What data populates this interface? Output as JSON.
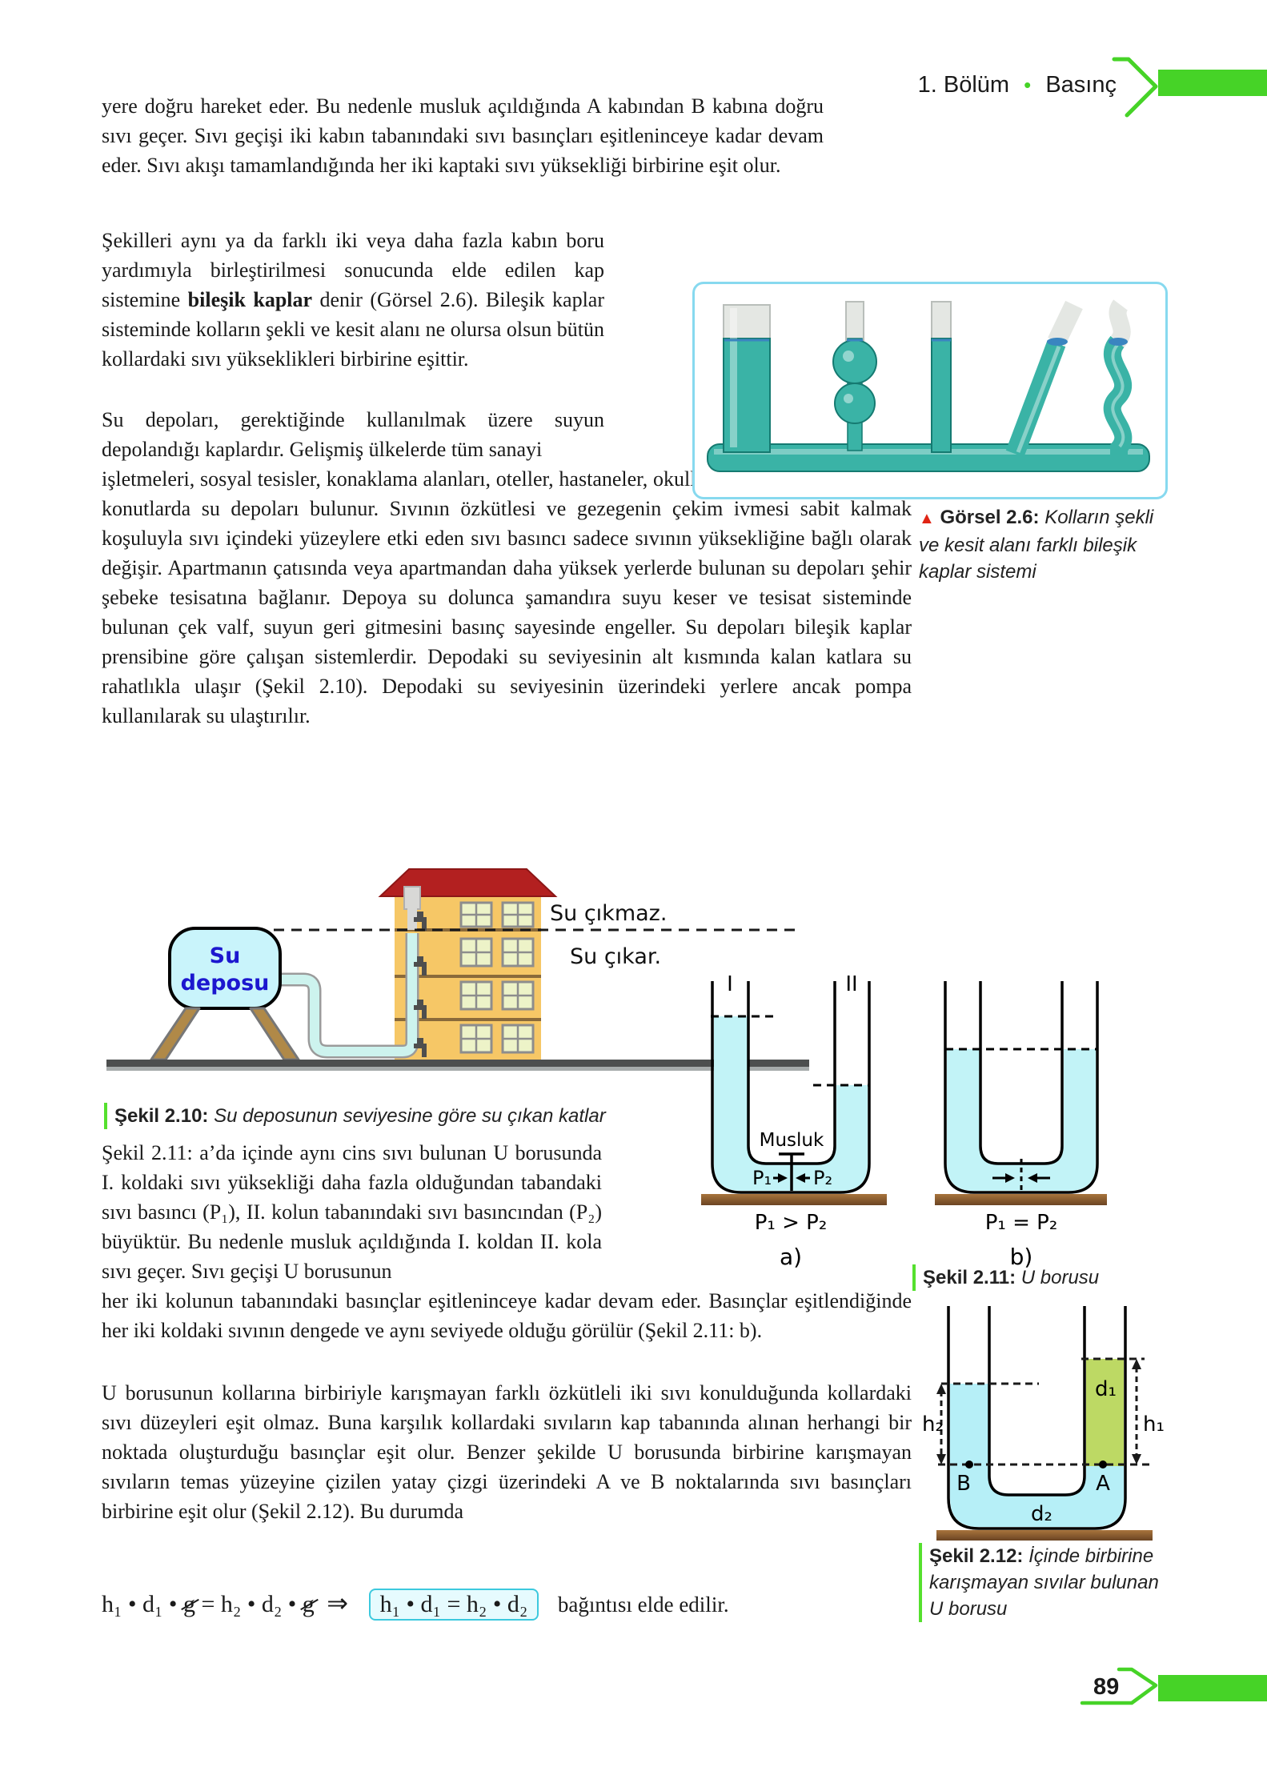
{
  "page": {
    "number": "89"
  },
  "header": {
    "chapter": "1. Bölüm",
    "bullet": "•",
    "title": "Basınç"
  },
  "colors": {
    "accent_green": "#46d327",
    "caption_bar_green": "#55e02e",
    "liquid_cyan": "#c2f3f7",
    "liquid_green": "#bdd964",
    "liquid_teal": "#3ab3a6",
    "ground_brown": "#9a6a33",
    "roof_red": "#b32020",
    "wall_orange": "#f6c766",
    "tank_blue": "#c9f4fb",
    "tank_text_blue": "#1c17cf",
    "formula_box_border": "#3cc9de",
    "image_border": "#87d9ef",
    "marker_red": "#e02414"
  },
  "body": {
    "p1": "yere doğru hareket eder. Bu nedenle musluk açıldığında A kabından B kabına doğru sıvı geçer. Sıvı geçişi iki kabın tabanındaki sıvı basınçları eşitleninceye kadar devam eder. Sıvı akışı tamamlandığında her iki kaptaki sıvı yüksekliği birbirine eşit olur.",
    "p2_pre": "Şekilleri aynı ya da farklı iki veya daha fazla kabın boru yardımıyla birleştirilmesi sonucunda elde edilen kap sistemine ",
    "p2_bold": "bileşik kaplar",
    "p2_post": " denir (Görsel 2.6). Bileşik kaplar sisteminde kolların şekli ve kesit alanı ne olursa olsun bütün kollardaki sıvı yükseklikleri birbirine eşittir.",
    "p3_narrow": "Su depoları, gerektiğinde kullanılmak üzere suyun depolandığı kaplardır. Gelişmiş ülkelerde tüm sanayi",
    "p3_wide": "işletmeleri, sosyal tesisler, konaklama alanları, oteller, hastaneler, okullar, üniversiteler, siteler ve konutlarda su depoları bulunur. Sıvının özkütlesi ve gezegenin çekim ivmesi sabit kalmak koşuluyla sıvı içindeki yüzeylere etki eden sıvı basıncı sadece sıvının yüksekliğine bağlı olarak değişir. Apartmanın çatısında veya apartmandan daha yüksek yerlerde bulunan su depoları şehir şebeke tesisatına bağlanır. Depoya su dolunca şamandıra suyu keser ve tesisat sisteminde bulunan çek valf, suyun geri gitmesini basınç sayesinde engeller. Su depoları bileşik kaplar prensibine göre çalışan sistemlerdir. Depodaki su seviyesinin alt kısmında kalan katlara su rahatlıkla ulaşır (Şekil 2.10). Depodaki su seviyesinin üzerindeki yerlere ancak pompa kullanılarak su ulaştırılır.",
    "p4_narrow": "Şekil 2.11: a’da içinde aynı cins sıvı bulunan U borusunda I. koldaki sıvı yüksekliği daha fazla olduğundan tabandaki sıvı basıncı (P₁), II. kolun tabanındaki sıvı basıncından (P₂) büyüktür. Bu nedenle musluk açıldığında I. koldan II. kola sıvı geçer. Sıvı geçişi U borusunun",
    "p4_wide": "her iki kolunun tabanındaki basınçlar eşitleninceye kadar devam eder. Basınçlar eşitlendiğinde her iki koldaki sıvının dengede ve aynı seviyede olduğu görülür (Şekil 2.11: b).",
    "p5": "U borusunun kollarına birbiriyle karışmayan farklı özkütleli iki sıvı konulduğunda kollardaki sıvı düzeyleri eşit olmaz. Buna karşılık kollardaki sıvıların kap tabanında alınan herhangi bir noktada oluşturduğu basınçlar eşit olur. Benzer şekilde U borusunda birbirine karışmayan sıvıların temas yüzeyine çizilen yatay çizgi üzerindeki A ve B noktalarında sıvı basınçları birbirine eşit olur (Şekil 2.12). Bu durumda"
  },
  "formula": {
    "lhs": "h₁ • d₁ • ",
    "g1": "g",
    "mid": " = h₂ • d₂ • ",
    "g2": "g",
    "implies": "⇒",
    "boxed": "h₁ • d₁ = h₂ • d₂",
    "tail": "bağıntısı elde edilir."
  },
  "captions": {
    "gorsel26": {
      "marker": "▲",
      "label": "Görsel 2.6:",
      "text": " Kolların şekli ve kesit alanı farklı bileşik kaplar sistemi"
    },
    "sekil210": {
      "label": "Şekil 2.10:",
      "text": " Su deposunun seviyesine göre su çıkan katlar"
    },
    "sekil211": {
      "label": "Şekil 2.11:",
      "text": " U borusu"
    },
    "sekil212": {
      "label": "Şekil 2.12:",
      "text": " İçinde birbirine karışmayan sıvılar bulunan U borusu"
    }
  },
  "fig_tank": {
    "tank_label_1": "Su",
    "tank_label_2": "deposu",
    "no_water": "Su çıkmaz.",
    "water_ok": "Su çıkar."
  },
  "fig_utube": {
    "col_i": "I",
    "col_ii": "II",
    "tap": "Musluk",
    "p1": "P₁",
    "p2": "P₂",
    "rel_a": "P₁ > P₂",
    "rel_b": "P₁ = P₂",
    "label_a": "a)",
    "label_b": "b)"
  },
  "fig_utube2": {
    "h1": "h₁",
    "h2": "h₂",
    "d1": "d₁",
    "d2": "d₂",
    "point_a": "A",
    "point_b": "B"
  }
}
